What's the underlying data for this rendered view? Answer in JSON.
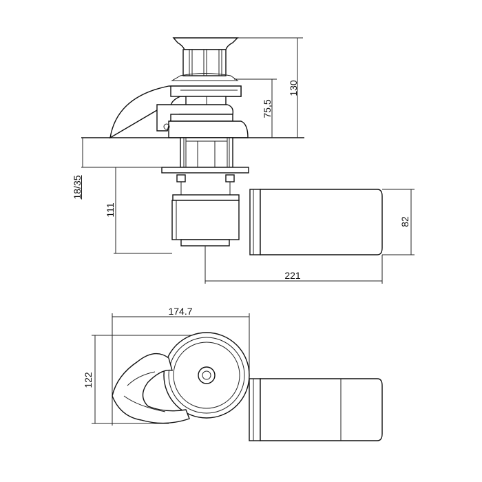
{
  "title": "Windlass technical drawing",
  "side_view": {
    "dims": {
      "total_height": "130",
      "above_deck": "75,5",
      "deck_thickness": "18/35",
      "below_deck": "111",
      "motor_diameter": "82",
      "motor_length": "221"
    }
  },
  "top_view": {
    "dims": {
      "width": "174.7",
      "depth": "122"
    }
  }
}
